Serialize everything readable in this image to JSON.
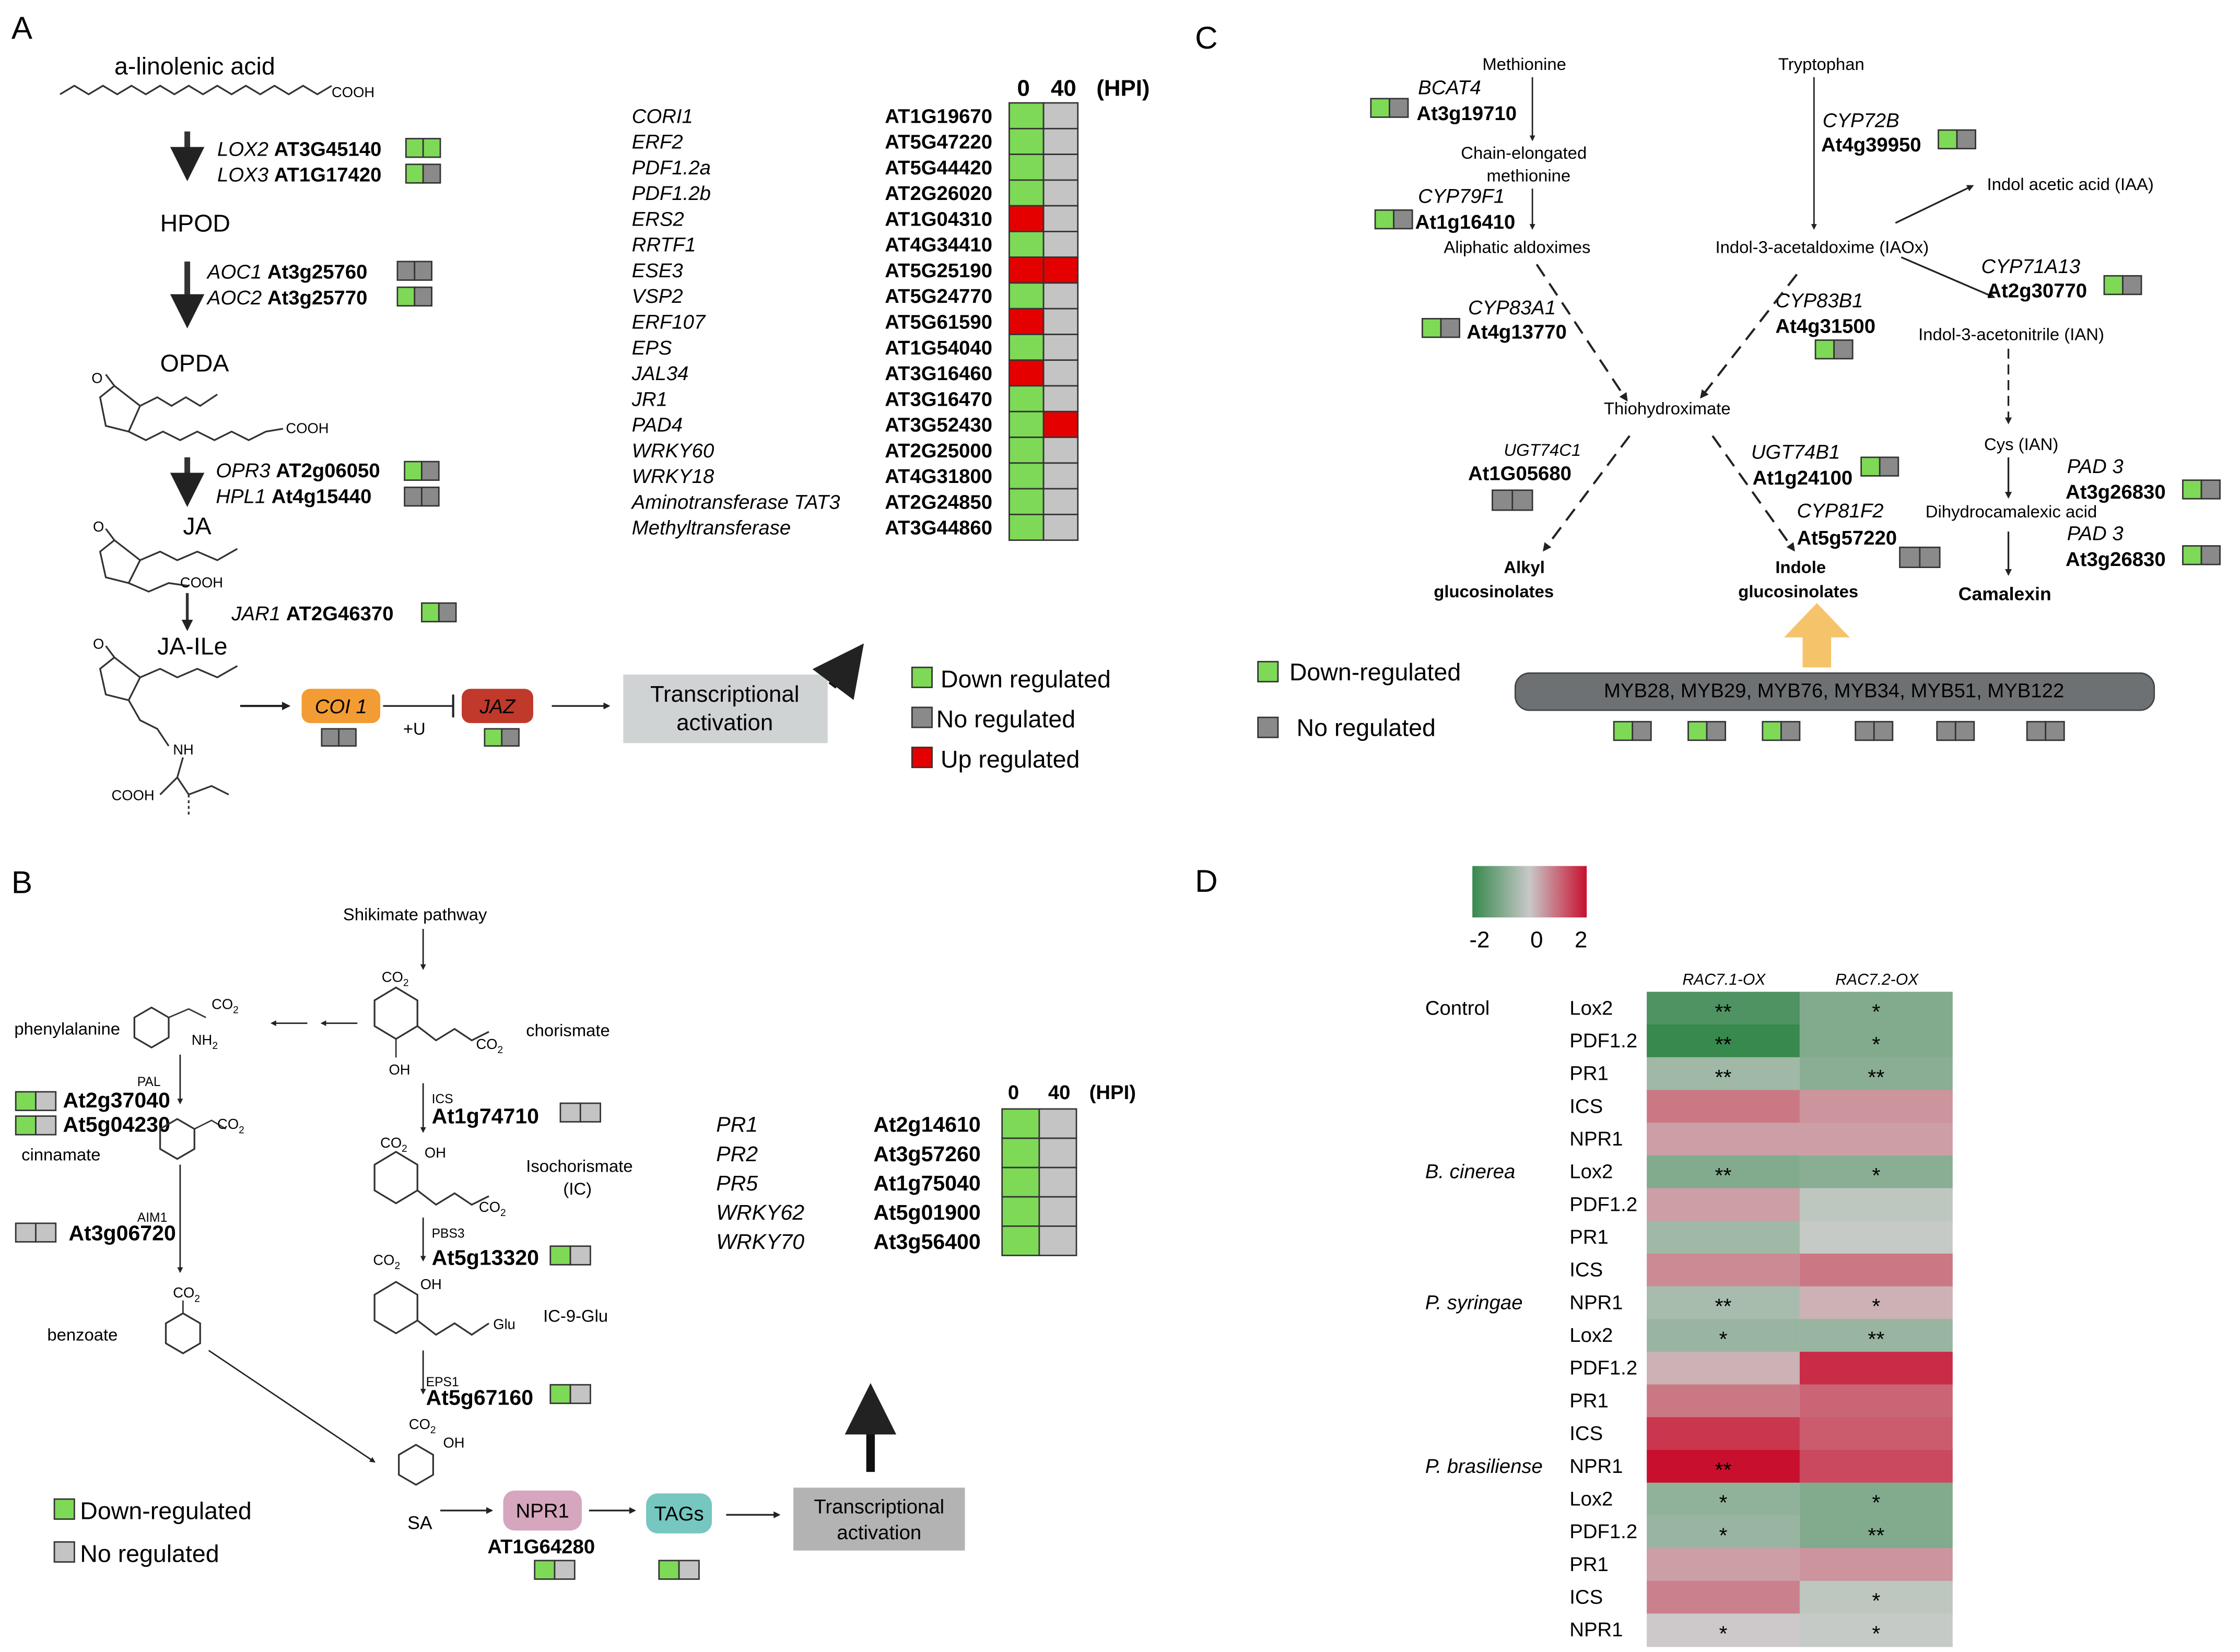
{
  "panels": {
    "a": "A",
    "b": "B",
    "c": "C",
    "d": "D"
  },
  "colors": {
    "down": "#7ed957",
    "no": "#8a8a8a",
    "no_light": "#c4c4c4",
    "up": "#e50000",
    "green_end": "#37894e",
    "red_end": "#c8102e"
  },
  "panel_a": {
    "pathway": {
      "substrate": "a-linolenic acid",
      "cooh": "COOH",
      "enzyme_rows": [
        {
          "gene": "LOX2",
          "code": "AT3G45140",
          "boxes": [
            "down",
            "down"
          ]
        },
        {
          "gene": "LOX3",
          "code": "AT1G17420",
          "boxes": [
            "down",
            "no"
          ]
        },
        {
          "gene": "AOC1",
          "code": "At3g25760",
          "boxes": [
            "no",
            "no"
          ]
        },
        {
          "gene": "AOC2",
          "code": "At3g25770",
          "boxes": [
            "down",
            "no"
          ]
        },
        {
          "gene": "OPR3",
          "code": "AT2g06050",
          "boxes": [
            "down",
            "no"
          ]
        },
        {
          "gene": "HPL1",
          "code": "At4g15440",
          "boxes": [
            "no",
            "no"
          ]
        },
        {
          "gene": "JAR1",
          "code": "AT2G46370",
          "boxes": [
            "down",
            "no"
          ]
        }
      ],
      "intermediates": [
        "HPOD",
        "OPDA",
        "JA",
        "JA-ILe"
      ],
      "nh": "NH",
      "cooh2": "COOH",
      "coi1": "COI 1",
      "ubiq": "+U",
      "jaz": "JAZ",
      "transcription": [
        "Transcriptional",
        "activation"
      ]
    },
    "heatmap": {
      "header": [
        "0",
        "40",
        "(HPI)"
      ],
      "rows": [
        {
          "gene": "CORI1",
          "code": "AT1G19670",
          "c0": "down",
          "c40": "none"
        },
        {
          "gene": "ERF2",
          "code": "AT5G47220",
          "c0": "down",
          "c40": "none"
        },
        {
          "gene": "PDF1.2a",
          "code": "AT5G44420",
          "c0": "down",
          "c40": "none"
        },
        {
          "gene": "PDF1.2b",
          "code": "AT2G26020",
          "c0": "down",
          "c40": "none"
        },
        {
          "gene": "ERS2",
          "code": "AT1G04310",
          "c0": "up",
          "c40": "none"
        },
        {
          "gene": "RRTF1",
          "code": "AT4G34410",
          "c0": "down",
          "c40": "none"
        },
        {
          "gene": "ESE3",
          "code": "AT5G25190",
          "c0": "up",
          "c40": "up"
        },
        {
          "gene": "VSP2",
          "code": "AT5G24770",
          "c0": "down",
          "c40": "none"
        },
        {
          "gene": "ERF107",
          "code": "AT5G61590",
          "c0": "up",
          "c40": "none"
        },
        {
          "gene": "EPS",
          "code": "AT1G54040",
          "c0": "down",
          "c40": "none"
        },
        {
          "gene": "JAL34",
          "code": "AT3G16460",
          "c0": "up",
          "c40": "none"
        },
        {
          "gene": "JR1",
          "code": "AT3G16470",
          "c0": "down",
          "c40": "none"
        },
        {
          "gene": "PAD4",
          "code": "AT3G52430",
          "c0": "down",
          "c40": "up"
        },
        {
          "gene": "WRKY60",
          "code": "AT2G25000",
          "c0": "down",
          "c40": "none"
        },
        {
          "gene": "WRKY18",
          "code": "AT4G31800",
          "c0": "down",
          "c40": "none"
        },
        {
          "gene": "Aminotransferase TAT3",
          "code": "AT2G24850",
          "c0": "down",
          "c40": "none"
        },
        {
          "gene": "Methyltransferase",
          "code": "AT3G44860",
          "c0": "down",
          "c40": "none"
        }
      ]
    },
    "legend": [
      "Down regulated",
      "No regulated",
      "Up regulated"
    ]
  },
  "panel_b": {
    "shikimate": "Shikimate pathway",
    "chorismate": "chorismate",
    "phenylalanine": "phenylalanine",
    "nh2": "NH",
    "nh2_sub": "2",
    "co2": "CO",
    "co2_sub": "2",
    "pal": "PAL",
    "pal_codes": [
      "At2g37040",
      "At5g04230"
    ],
    "cinnamate": "cinnamate",
    "aim1": "AIM1",
    "aim1_code": "At3g06720",
    "benzoate": "benzoate",
    "ics": "ICS",
    "ics_code": "At1g74710",
    "isochorismate": [
      "Isochorismate",
      "(IC)"
    ],
    "oh": "OH",
    "pbs3": "PBS3",
    "pbs3_code": "At5g13320",
    "ic9glu": "IC-9-Glu",
    "glu": "Glu",
    "eps1": "EPS1",
    "eps1_code": "At5g67160",
    "sa": "SA",
    "npr1": "NPR1",
    "npr1_code": "AT1G64280",
    "tags": "TAGs",
    "transcription": [
      "Transcriptional",
      "activation"
    ],
    "legend": [
      "Down-regulated",
      "No regulated"
    ],
    "heatmap": {
      "header": [
        "0",
        "40",
        "(HPI)"
      ],
      "rows": [
        {
          "gene": "PR1",
          "code": "At2g14610"
        },
        {
          "gene": "PR2",
          "code": "At3g57260"
        },
        {
          "gene": "PR5",
          "code": "At1g75040"
        },
        {
          "gene": "WRKY62",
          "code": "At5g01900"
        },
        {
          "gene": "WRKY70",
          "code": "At3g56400"
        }
      ]
    }
  },
  "panel_c": {
    "methionine": "Methionine",
    "tryptophan": "Tryptophan",
    "bcat4": "BCAT4",
    "bcat4_code": "At3g19710",
    "chain": [
      "Chain-elongated",
      "methionine"
    ],
    "cyp79f1": "CYP79F1",
    "cyp79f1_code": "At1g16410",
    "aliphatic": "Aliphatic aldoximes",
    "cyp72b": "CYP72B",
    "cyp72b_code": "At4g39950",
    "iaa": "Indol acetic acid  (IAA)",
    "iaox": "Indol-3-acetaldoxime (IAOx)",
    "cyp71a13": "CYP71A13",
    "cyp71a13_code": "At2g30770",
    "cyp83a1": "CYP83A1",
    "cyp83a1_code": "At4g13770",
    "cyp83b1": "CYP83B1",
    "cyp83b1_code": "At4g31500",
    "ian": "Indol-3-acetonitrile (IAN)",
    "thio": "Thiohydroximate",
    "cysian": "Cys (IAN)",
    "ugt74c1": "UGT74C1",
    "ugt74c1_code": "At1G05680",
    "ugt74b1": "UGT74B1",
    "ugt74b1_code": "At1g24100",
    "cyp81f2": "CYP81F2",
    "cyp81f2_code": "At5g57220",
    "pad3": "PAD 3",
    "pad3_code": "At3g26830",
    "dihydro": "Dihydrocamalexic acid",
    "alkyl": [
      "Alkyl",
      "glucosinolates"
    ],
    "indole": [
      "Indole",
      "glucosinolates"
    ],
    "camalexin": "Camalexin",
    "myb": "MYB28, MYB29, MYB76, MYB34, MYB51, MYB122",
    "legend": [
      "Down-regulated",
      "No regulated"
    ]
  },
  "panel_d": {
    "scale_ticks": [
      "-2",
      "0",
      "2"
    ],
    "columns": [
      "RAC7.1-OX",
      "RAC7.2-OX"
    ],
    "groups": [
      {
        "label": "Control",
        "italic": false
      },
      {
        "label": "B. cinerea",
        "italic": true
      },
      {
        "label": "P. syringae",
        "italic": true
      },
      {
        "label": "P. brasiliense",
        "italic": true
      }
    ],
    "rows": [
      {
        "gene": "Lox2",
        "v": [
          -1.7,
          -1.0
        ],
        "s": [
          "**",
          "*"
        ]
      },
      {
        "gene": "PDF1.2",
        "v": [
          -2.0,
          -1.0
        ],
        "s": [
          "**",
          "*"
        ]
      },
      {
        "gene": "PR1",
        "v": [
          -0.6,
          -0.9
        ],
        "s": [
          "**",
          "**"
        ]
      },
      {
        "gene": "ICS",
        "v": [
          0.9,
          0.6
        ],
        "s": [
          "",
          ""
        ]
      },
      {
        "gene": "NPR1",
        "v": [
          0.5,
          0.5
        ],
        "s": [
          "",
          ""
        ]
      },
      {
        "gene": "Lox2",
        "v": [
          -1.0,
          -0.9
        ],
        "s": [
          "**",
          "*"
        ]
      },
      {
        "gene": "PDF1.2",
        "v": [
          0.5,
          -0.2
        ],
        "s": [
          "",
          ""
        ]
      },
      {
        "gene": "PR1",
        "v": [
          -0.6,
          -0.1
        ],
        "s": [
          "",
          ""
        ]
      },
      {
        "gene": "ICS",
        "v": [
          0.7,
          0.9
        ],
        "s": [
          "",
          ""
        ]
      },
      {
        "gene": "NPR1",
        "v": [
          -0.5,
          0.3
        ],
        "s": [
          "**",
          "*"
        ]
      },
      {
        "gene": "Lox2",
        "v": [
          -0.7,
          -0.7
        ],
        "s": [
          "*",
          "**"
        ]
      },
      {
        "gene": "PDF1.2",
        "v": [
          0.3,
          1.7
        ],
        "s": [
          "",
          ""
        ]
      },
      {
        "gene": "PR1",
        "v": [
          0.9,
          1.1
        ],
        "s": [
          "",
          ""
        ]
      },
      {
        "gene": "ICS",
        "v": [
          1.6,
          1.2
        ],
        "s": [
          "",
          ""
        ]
      },
      {
        "gene": "NPR1",
        "v": [
          2.0,
          1.4
        ],
        "s": [
          "**",
          ""
        ]
      },
      {
        "gene": "Lox2",
        "v": [
          -0.8,
          -1.0
        ],
        "s": [
          "*",
          "*"
        ]
      },
      {
        "gene": "PDF1.2",
        "v": [
          -0.7,
          -1.0
        ],
        "s": [
          "*",
          "**"
        ]
      },
      {
        "gene": "PR1",
        "v": [
          0.5,
          0.6
        ],
        "s": [
          "",
          ""
        ]
      },
      {
        "gene": "ICS",
        "v": [
          0.8,
          -0.2
        ],
        "s": [
          "",
          "*"
        ]
      },
      {
        "gene": "NPR1",
        "v": [
          0.05,
          -0.1
        ],
        "s": [
          "*",
          "*"
        ]
      }
    ],
    "group_starts": [
      0,
      5,
      9,
      14
    ]
  }
}
